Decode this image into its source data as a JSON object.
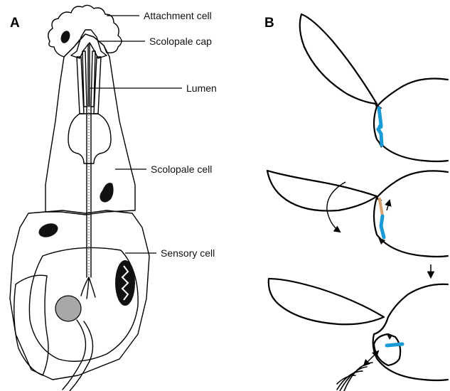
{
  "panels": {
    "a": "A",
    "b": "B"
  },
  "labels": {
    "attachment_cell": "Attachment cell",
    "scolopale_cap": "Scolopale cap",
    "lumen": "Lumen",
    "scolopale_cell": "Scolopale cell",
    "sensory_cell": "Sensory cell"
  },
  "colors": {
    "attachment": "#ffffff",
    "cap": "#7a7a7a",
    "scolopale_fill": "#f4f4f4",
    "support_tissue": "#d4d4d4",
    "sensory_fill": "#e2e2e2",
    "nucleus": "#a8a8a8",
    "dark": "#111111",
    "strand_blue": "#1a9ad6",
    "strand_tan": "#d8a070"
  },
  "icons": {
    "rotation": "curved-arrow-icon",
    "strand_up": "up-arrow-icon",
    "step_down": "down-arrow-icon",
    "vibration": "double-headed-arrow-icon",
    "sound": "sound-waves-icon"
  }
}
